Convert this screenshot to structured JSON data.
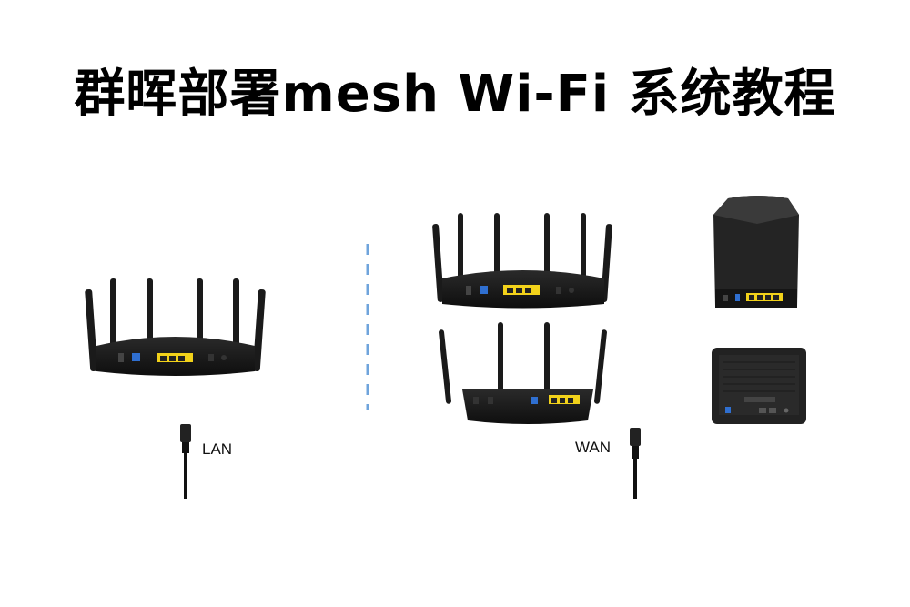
{
  "page": {
    "title": "群晖部署mesh Wi-Fi 系统教程"
  },
  "labels": {
    "lan": "LAN",
    "wan": "WAN"
  },
  "colors": {
    "background": "#ffffff",
    "device": "#1a1a1a",
    "port_yellow": "#f2d21a",
    "port_blue": "#2f6fd0",
    "divider": "#6fa4dc"
  },
  "icons": {
    "left_router": "router-rt6600ax-icon",
    "right_top_router": "router-rt6600ax-icon",
    "right_mid_router": "router-rt2600ac-icon",
    "right_top_wrx": "wrx560-icon",
    "right_bottom_mr": "mr2200ac-icon",
    "cable": "ethernet-cable-icon"
  }
}
